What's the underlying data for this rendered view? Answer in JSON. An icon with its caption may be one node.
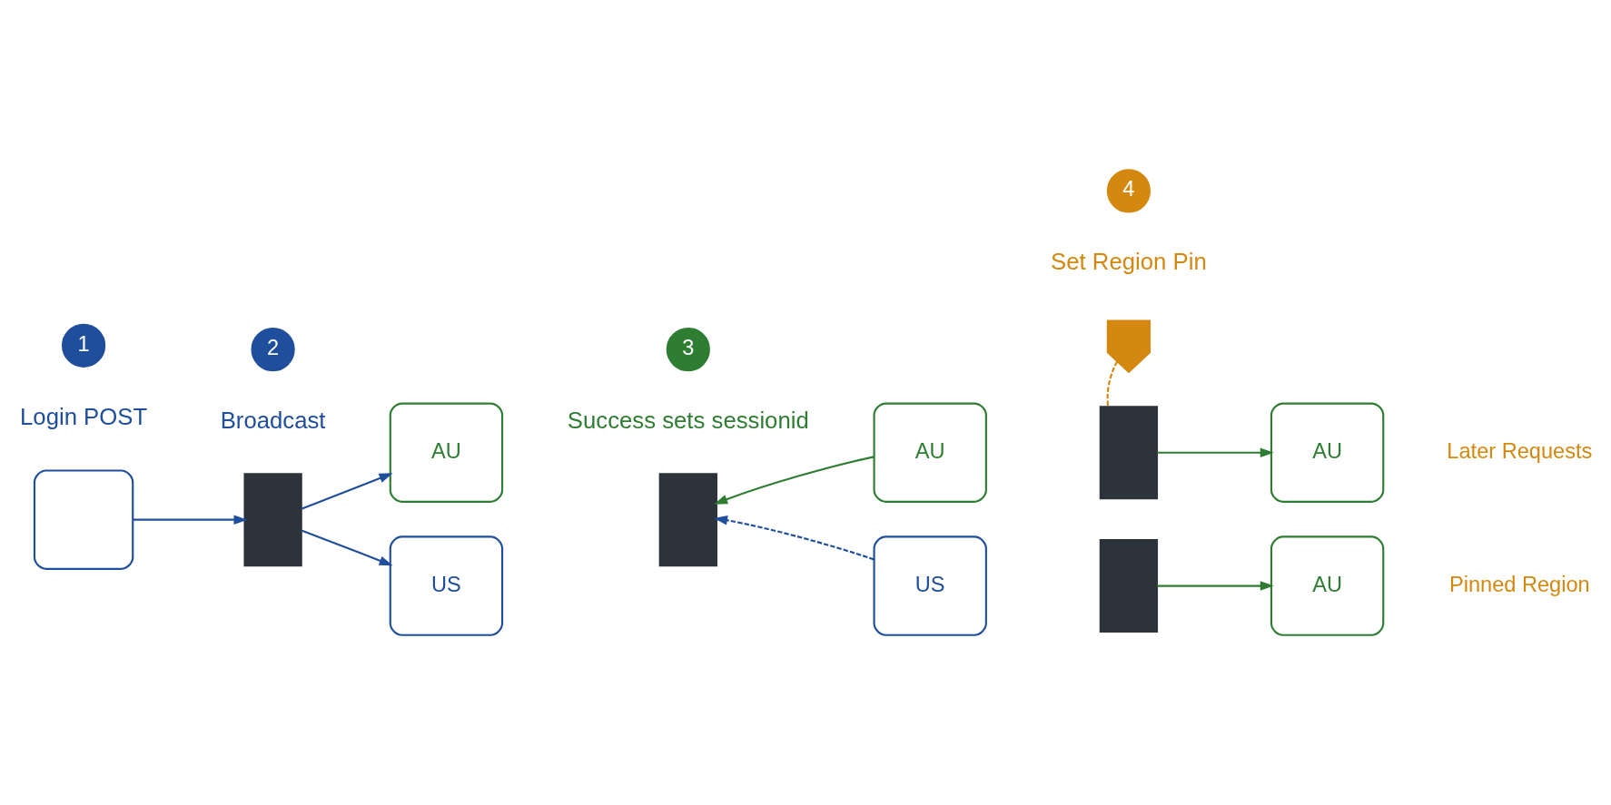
{
  "diagram": {
    "nodes": [
      {
        "text": [
          "1"
        ],
        "beside": [
          "Login POST"
        ]
      },
      {
        "text": [
          "2"
        ],
        "beside": [
          "Broadcast"
        ]
      },
      {
        "text": [
          "3"
        ],
        "beside": [
          "Success sets sessionid"
        ]
      },
      {
        "text": [
          "4"
        ],
        "beside": [
          "Set Region Pin"
        ]
      },
      {
        "text": [],
        "shape": "window"
      },
      {
        "text": [],
        "shape": "box"
      },
      {
        "text": [
          "AU"
        ]
      },
      {
        "text": [
          "US"
        ]
      },
      {
        "text": [],
        "shape": "box"
      },
      {
        "text": [
          "AU"
        ]
      },
      {
        "text": [
          "US"
        ]
      },
      {
        "text": [],
        "shape": "pin"
      },
      {
        "text": [],
        "shape": "box"
      },
      {
        "text": [
          "AU"
        ]
      },
      {
        "text": [],
        "shape": "box"
      },
      {
        "text": [
          "AU"
        ]
      }
    ],
    "edges": [
      {
        "from": 4,
        "to": 5,
        "arrow": "to"
      },
      {
        "from": 5,
        "to": 6,
        "arrow": "to"
      },
      {
        "from": 5,
        "to": 7,
        "arrow": "to"
      },
      {
        "from": 9,
        "to": 8,
        "arrow": "to",
        "color": "#2e7d32"
      },
      {
        "from": 10,
        "to": 8,
        "arrow": "to",
        "style": "dashed"
      },
      {
        "from": 11,
        "to": 12,
        "arrow": "none",
        "style": "dashed",
        "color": "#d4880f"
      },
      {
        "from": 12,
        "to": 13,
        "arrow": "to",
        "color": "#2e7d32"
      },
      {
        "from": 14,
        "to": 15,
        "arrow": "to",
        "color": "#2e7d32"
      }
    ],
    "labels": [
      "Later Requests",
      "Pinned Region"
    ]
  }
}
